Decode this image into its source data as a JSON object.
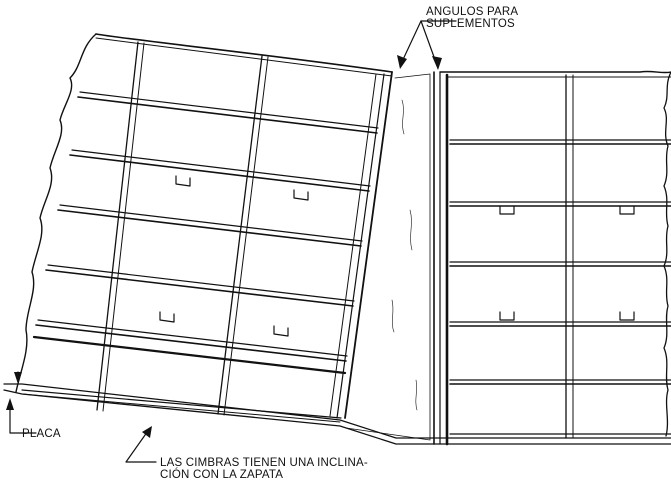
{
  "labels": {
    "angulos_line1": "ANGULOS PARA",
    "angulos_line2": "SUPLEMENTOS",
    "placa": "PLACA",
    "cimbras_line1": "LAS CIMBRAS TIENEN UNA INCLINA-",
    "cimbras_line2": "CIÓN CON LA ZAPATA"
  }
}
